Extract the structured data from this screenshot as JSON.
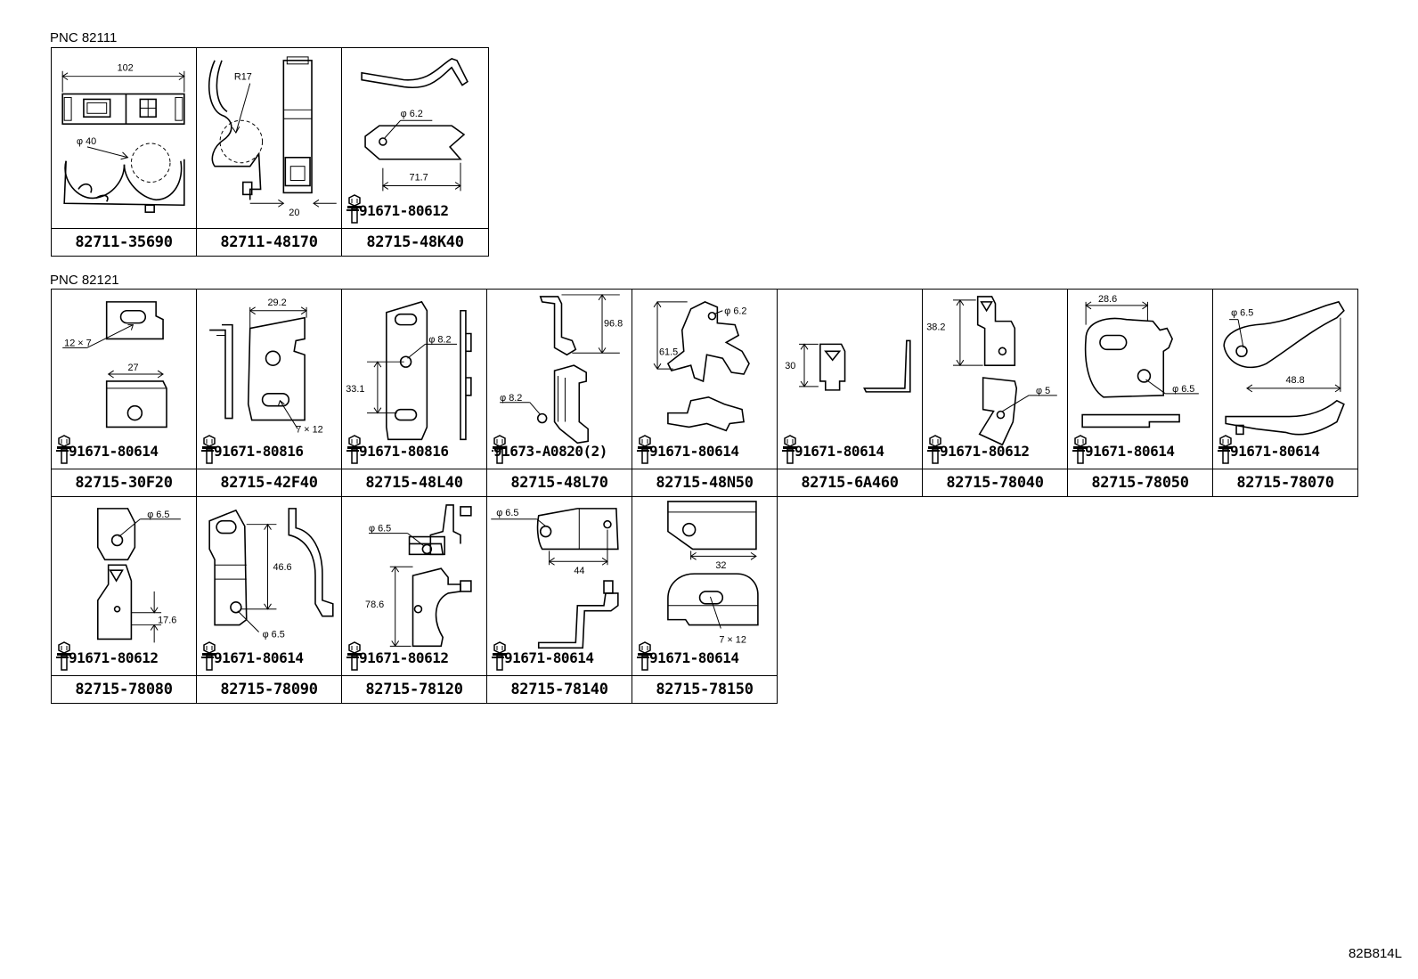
{
  "pnc1": {
    "label": "PNC 82111"
  },
  "pnc2": {
    "label": "PNC 82121"
  },
  "ref": "82B814L",
  "group1": [
    {
      "pn": "82711-35690",
      "bolt": "",
      "dims": [
        "102",
        "φ 40"
      ]
    },
    {
      "pn": "82711-48170",
      "bolt": "",
      "dims": [
        "R17",
        "20"
      ]
    },
    {
      "pn": "82715-48K40",
      "bolt": "91671-80612",
      "dims": [
        "φ 6.2",
        "71.7"
      ]
    }
  ],
  "group2": [
    {
      "pn": "82715-30F20",
      "bolt": "91671-80614",
      "dims": [
        "12 × 7",
        "27"
      ]
    },
    {
      "pn": "82715-42F40",
      "bolt": "91671-80816",
      "dims": [
        "29.2",
        "7 × 12"
      ]
    },
    {
      "pn": "82715-48L40",
      "bolt": "91671-80816",
      "dims": [
        "φ 8.2",
        "33.1"
      ]
    },
    {
      "pn": "82715-48L70",
      "bolt": "91673-A0820(2)",
      "dims": [
        "96.8",
        "φ 8.2"
      ]
    },
    {
      "pn": "82715-48N50",
      "bolt": "91671-80614",
      "dims": [
        "φ 6.2",
        "61.5"
      ]
    },
    {
      "pn": "82715-6A460",
      "bolt": "91671-80614",
      "dims": [
        "30"
      ]
    },
    {
      "pn": "82715-78040",
      "bolt": "91671-80612",
      "dims": [
        "38.2",
        "φ 5"
      ]
    },
    {
      "pn": "82715-78050",
      "bolt": "91671-80614",
      "dims": [
        "28.6",
        "φ 6.5"
      ]
    },
    {
      "pn": "82715-78070",
      "bolt": "91671-80614",
      "dims": [
        "φ 6.5",
        "48.8"
      ]
    }
  ],
  "group3": [
    {
      "pn": "82715-78080",
      "bolt": "91671-80612",
      "dims": [
        "φ 6.5",
        "17.6"
      ]
    },
    {
      "pn": "82715-78090",
      "bolt": "91671-80614",
      "dims": [
        "46.6",
        "φ 6.5"
      ]
    },
    {
      "pn": "82715-78120",
      "bolt": "91671-80612",
      "dims": [
        "φ 6.5",
        "78.6"
      ]
    },
    {
      "pn": "82715-78140",
      "bolt": "91671-80614",
      "dims": [
        "φ 6.5",
        "44"
      ]
    },
    {
      "pn": "82715-78150",
      "bolt": "91671-80614",
      "dims": [
        "32",
        "7 × 12"
      ]
    }
  ]
}
